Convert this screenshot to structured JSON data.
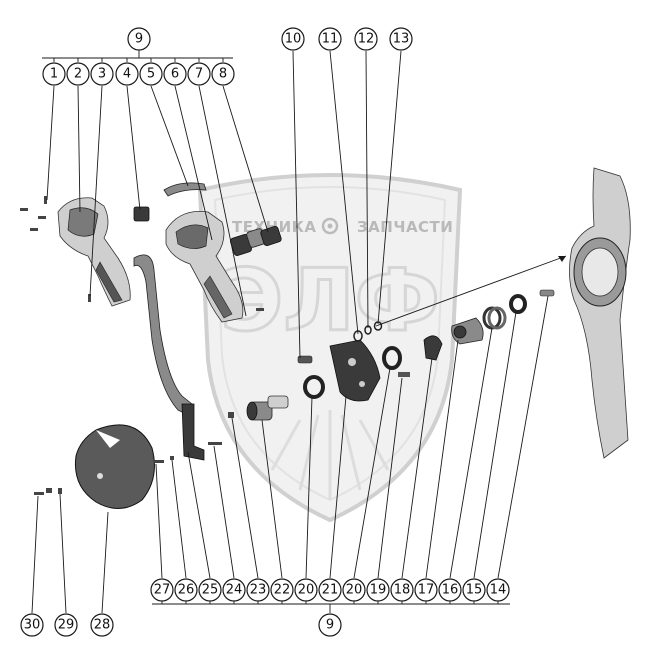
{
  "watermark": {
    "brand_left": "ТЕХНИКА",
    "brand_right": "ЗАПЧАСТИ",
    "logo_letters": "ЭЛФ"
  },
  "callouts": {
    "c1": "1",
    "c2": "2",
    "c3": "3",
    "c4": "4",
    "c5": "5",
    "c6": "6",
    "c7": "7",
    "c8": "8",
    "c9_top": "9",
    "c10": "10",
    "c11": "11",
    "c12": "12",
    "c13": "13",
    "c14": "14",
    "c15": "15",
    "c16": "16",
    "c17": "17",
    "c18": "18",
    "c19": "19",
    "c20a": "20",
    "c21": "21",
    "c20b": "20",
    "c22": "22",
    "c23": "23",
    "c24": "24",
    "c25": "25",
    "c26": "26",
    "c27": "27",
    "c9_bottom": "9",
    "c28": "28",
    "c29": "29",
    "c30": "30"
  },
  "colors": {
    "outline": "#1a1a1a",
    "watermark": "#d6d6d6",
    "part_dark": "#3a3a3a",
    "part_light": "#cfcfcf"
  }
}
